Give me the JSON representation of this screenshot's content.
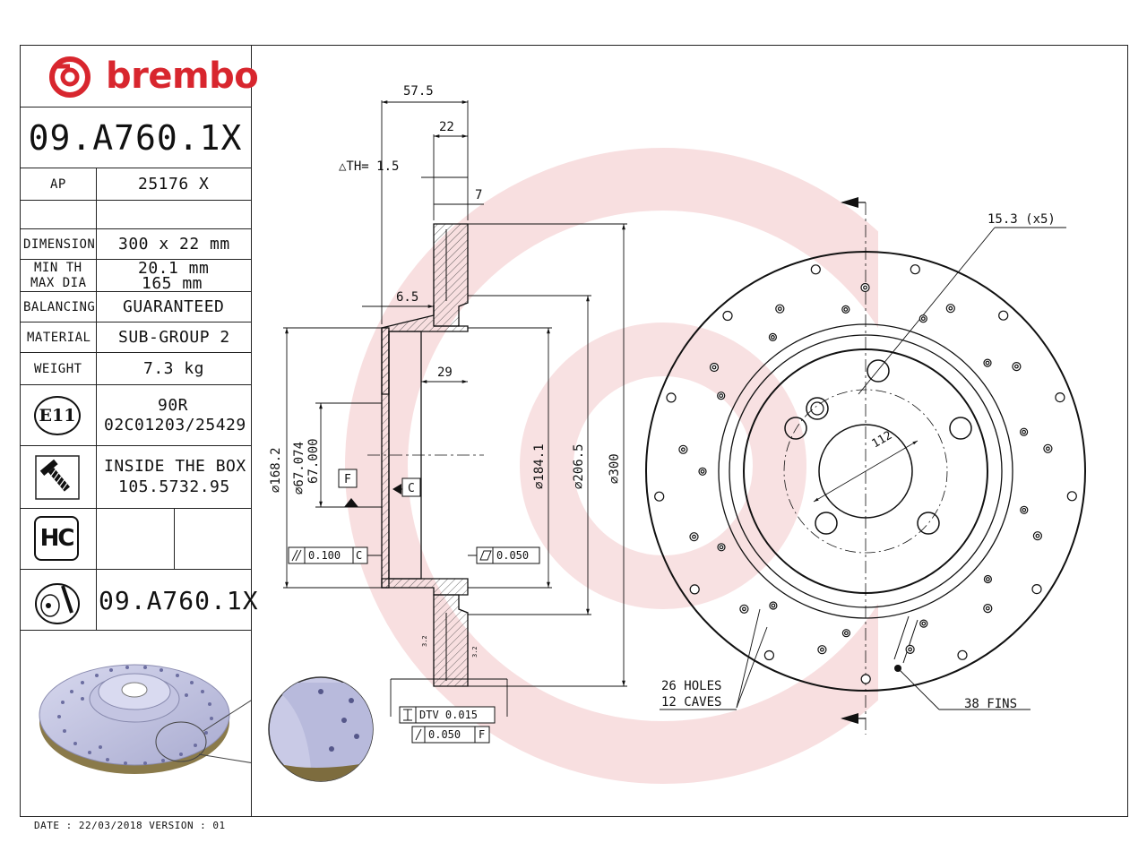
{
  "brand": {
    "name": "brembo",
    "color": "#d8262e"
  },
  "part_number": "09.A760.1X",
  "table": {
    "ap_label": "AP",
    "ap_value": "25176 X",
    "dimension_label": "DIMENSION",
    "dimension_value": "300 x 22 mm",
    "min_th_label": "MIN TH",
    "max_dia_label": "MAX DIA",
    "min_th_value": "20.1 mm",
    "max_dia_value": "165 mm",
    "balancing_label": "BALANCING",
    "balancing_value": "GUARANTEED",
    "material_label": "MATERIAL",
    "material_value": "SUB-GROUP 2",
    "weight_label": "WEIGHT",
    "weight_value": "7.3 kg",
    "e11_label": "E11",
    "homologation_line1": "90R",
    "homologation_line2": "02C01203/25429",
    "box_line1": "INSIDE THE BOX",
    "box_line2": "105.5732.95",
    "hc_label": "HC",
    "bottom_part_number": "09.A760.1X"
  },
  "footer": {
    "date_text": "DATE : 22/03/2018 VERSION : 01"
  },
  "section_dims": {
    "d_57_5": "57.5",
    "d_22": "22",
    "d_th": "△TH= 1.5",
    "d_7": "7",
    "d_6_5": "6.5",
    "d_29": "29",
    "d_168_2": "⌀168.2",
    "d_67_074": "⌀67.074",
    "d_67_000": "67.000",
    "d_184_1": "⌀184.1",
    "d_206_5": "⌀206.5",
    "d_300": "⌀300",
    "datum_f": "F",
    "datum_c": "C",
    "tol_parallel": "0.100",
    "tol_parallel_ref": "C",
    "tol_flat": "0.050",
    "dtv_label": "DTV 0.015",
    "runout_value": "0.050",
    "runout_ref": "F",
    "surface_a": "3.2",
    "surface_b": "3.2"
  },
  "front_dims": {
    "bolt_hole": "15.3 (x5)",
    "pcd": "112",
    "holes_line1": "26 HOLES",
    "holes_line2": "12 CAVES",
    "fins": "38 FINS"
  }
}
